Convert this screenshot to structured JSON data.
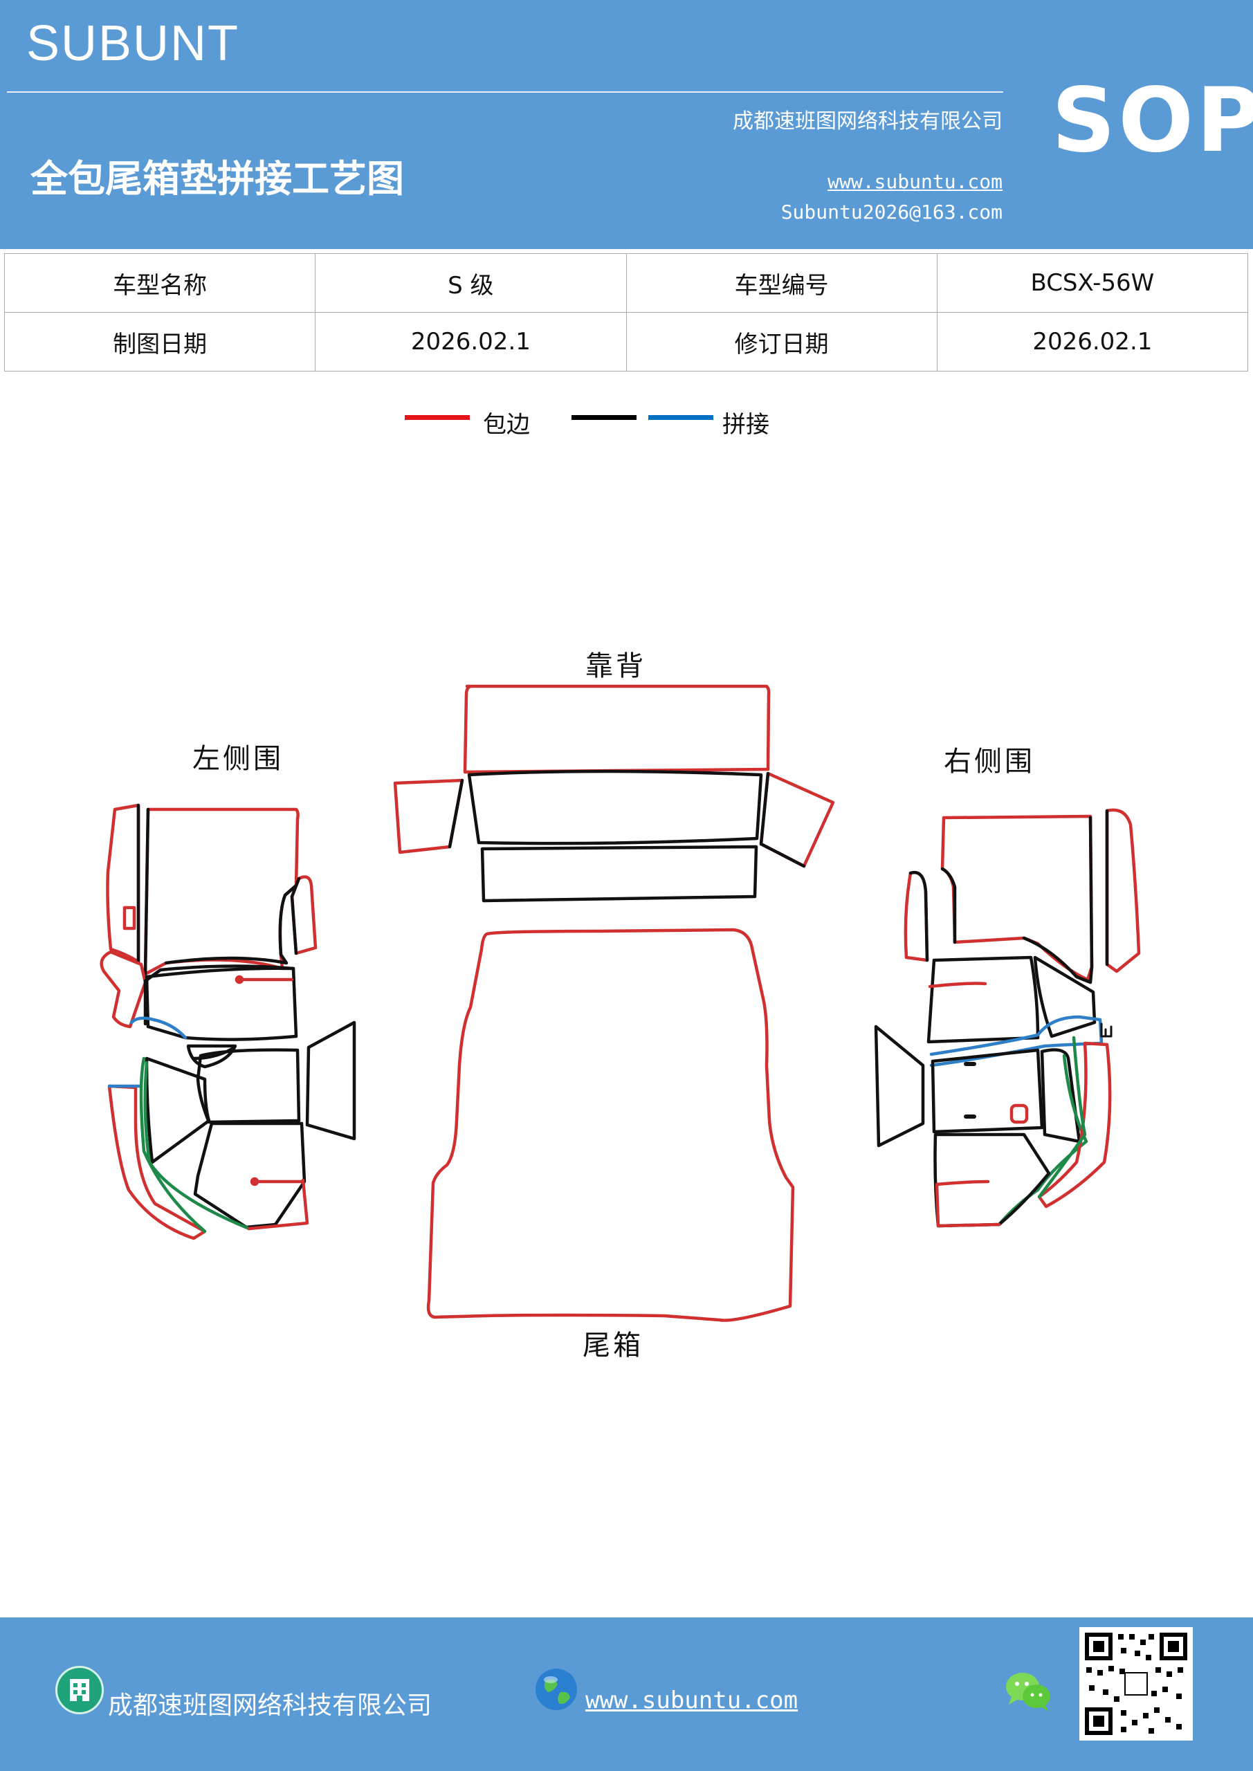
{
  "header": {
    "brand": "SUBUNT",
    "company": "成都速班图网络科技有限公司",
    "badge": "SOP",
    "title": "全包尾箱垫拼接工艺图",
    "website": "www.subuntu.com",
    "email": "Subuntu2026@163.com"
  },
  "info_table": {
    "model_name_label": "车型名称",
    "model_name_value": "S 级",
    "model_code_label": "车型编号",
    "model_code_value": "BCSX-56W",
    "draw_date_label": "制图日期",
    "draw_date_value": "2026.02.1",
    "revise_date_label": "修订日期",
    "revise_date_value": "2026.02.1"
  },
  "legend": {
    "items": [
      {
        "label": "包边",
        "color": "#e8141b"
      },
      {
        "label": "",
        "color": "#000000"
      },
      {
        "label": "拼接",
        "color": "#0070c0"
      }
    ]
  },
  "diagram": {
    "labels": {
      "backrest": "靠背",
      "left_side": "左侧围",
      "right_side": "右侧围",
      "trunk": "尾箱"
    },
    "colors": {
      "edge_binding": "#d03030",
      "outline": "#111111",
      "splice": "#2d7fc8",
      "seam_green": "#1e8a4a"
    }
  },
  "footer": {
    "company": "成都速班图网络科技有限公司",
    "website": "www.subuntu.com",
    "icons": [
      "building-icon",
      "globe-icon",
      "wechat-icon",
      "qr-code"
    ]
  }
}
